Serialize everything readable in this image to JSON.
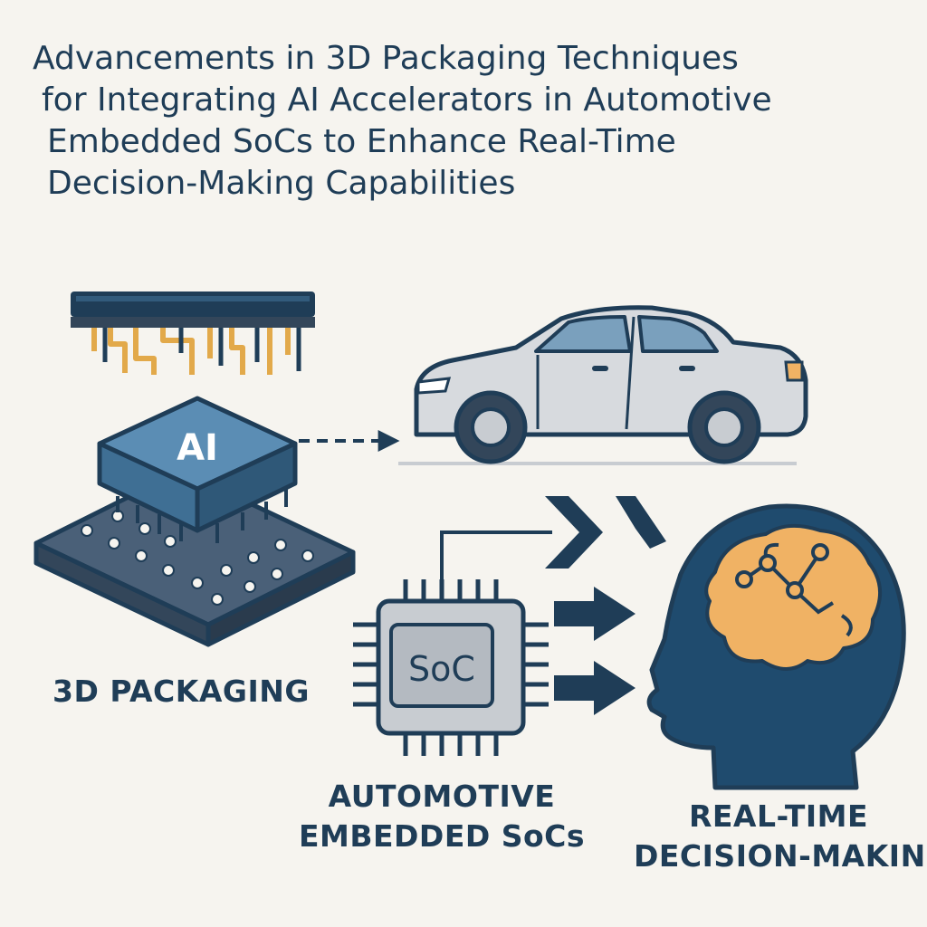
{
  "title": {
    "line1": "Advancements in 3D Packaging Techniques",
    "line2": "for Integrating AI Accelerators in Automotive",
    "line3": "Embedded SoCs to Enhance Real-Time",
    "line4": "Decision-Making Capabilities"
  },
  "labels": {
    "chip_ai": "AI",
    "chip_soc": "SoC",
    "packaging": "3D PACKAGING",
    "soc_line1": "AUTOMOTIVE",
    "soc_line2": "EMBEDDED SoCs",
    "rt_line1": "REAL-TIME",
    "rt_line2": "DECISION-MAKING"
  },
  "icons": [
    "interposer-icon",
    "ai-chip-icon",
    "car-icon",
    "soc-chip-icon",
    "head-brain-icon",
    "arrow-icon"
  ],
  "colors": {
    "navy": "#1f3d57",
    "steel_blue": "#3f6f94",
    "slate": "#33465a",
    "gold": "#e2a94a",
    "grey": "#c8ccd1",
    "orange": "#f0b264",
    "background": "#f6f4ef"
  }
}
